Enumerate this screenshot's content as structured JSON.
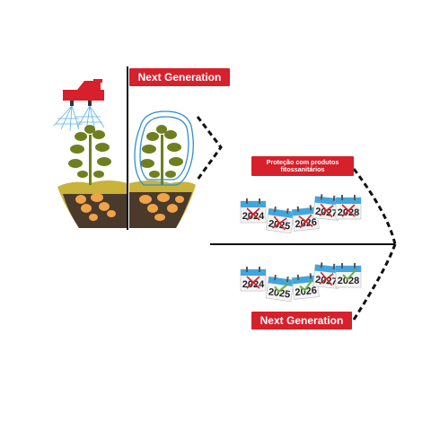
{
  "labels": {
    "next_generation_top": "Next Generation",
    "protection_line1": "Proteção com produtos",
    "protection_line2": "fitossanitários",
    "next_generation_bottom": "Next Generation"
  },
  "timeline_conventional": [
    {
      "year": "2024",
      "mark": "cross"
    },
    {
      "year": "2025",
      "mark": "cross"
    },
    {
      "year": "2026",
      "mark": "cross"
    },
    {
      "year": "2027",
      "mark": "cross"
    },
    {
      "year": "2028",
      "mark": "cross"
    }
  ],
  "timeline_next_gen": [
    {
      "year": "2024",
      "mark": "cross"
    },
    {
      "year": "2025",
      "mark": "check"
    },
    {
      "year": "2026",
      "mark": "check"
    },
    {
      "year": "2027",
      "mark": "cross"
    },
    {
      "year": "2028",
      "mark": "check"
    }
  ],
  "colors": {
    "brand_red": "#d6202b",
    "calendar_blue": "#3fa7dd",
    "cross_red": "#d6202b",
    "check_green": "#6cae3e",
    "soil_dark": "#4a3a2c",
    "soil_top": "#c9b33a",
    "potato": "#f0a347",
    "plant_green": "#6f7f1f",
    "shield_blue": "#2f8fd0"
  },
  "icons": [
    "sprayer-icon",
    "plant-icon",
    "shield-outline-icon",
    "calendar-icon",
    "cross-icon",
    "check-icon"
  ]
}
